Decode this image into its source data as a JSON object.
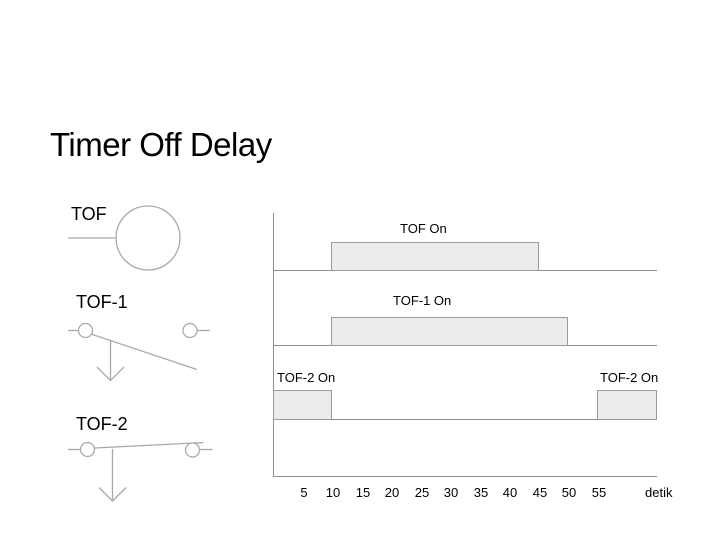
{
  "slide": {
    "title": "Timer Off Delay",
    "background": "#ffffff"
  },
  "symbols": {
    "coil": {
      "label": "TOF",
      "icon": "relay-coil-icon"
    },
    "contact_no": {
      "label": "TOF-1",
      "icon": "timed-normally-open-contact-icon"
    },
    "contact_nc": {
      "label": "TOF-2",
      "icon": "timed-normally-closed-contact-icon"
    }
  },
  "chart_data": {
    "type": "timing",
    "title": "",
    "x_unit_label": "detik",
    "x_ticks": [
      "5",
      "10",
      "15",
      "20",
      "25",
      "30",
      "35",
      "40",
      "45",
      "50",
      "55"
    ],
    "xlim": [
      0,
      65
    ],
    "grid": false,
    "series": [
      {
        "name": "TOF",
        "label": "TOF On",
        "on_intervals": [
          [
            10,
            45
          ]
        ]
      },
      {
        "name": "TOF-1",
        "label": "TOF-1 On",
        "on_intervals": [
          [
            10,
            50
          ]
        ]
      },
      {
        "name": "TOF-2",
        "label": "TOF-2 On",
        "on_intervals": [
          [
            0,
            10
          ],
          [
            55,
            65
          ]
        ]
      }
    ],
    "colors": {
      "pulse_fill": "#ececec",
      "pulse_border": "#9a9a9a",
      "axis_line": "#8f8f8f",
      "symbol_line": "#a9a9a9",
      "text": "#000000"
    }
  }
}
